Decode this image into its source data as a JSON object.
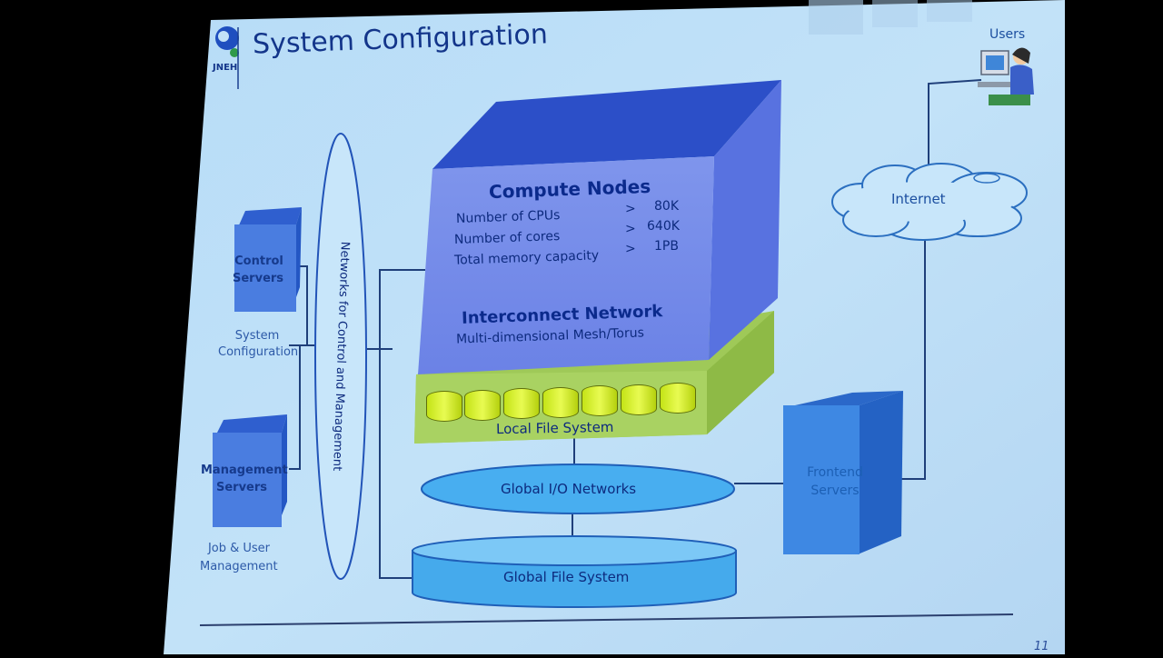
{
  "slide": {
    "title": "System Configuration",
    "logo_text": "JNEH",
    "page_number": "11"
  },
  "compute": {
    "title": "Compute Nodes",
    "specs": [
      {
        "label": "Number of CPUs",
        "op": ">",
        "value": "80K"
      },
      {
        "label": "Number of cores",
        "op": ">",
        "value": "640K"
      },
      {
        "label": "Total memory capacity",
        "op": ">",
        "value": "1PB"
      }
    ]
  },
  "interconnect": {
    "title": "Interconnect Network",
    "subtitle": "Multi-dimensional Mesh/Torus"
  },
  "local_fs": {
    "label": "Local File System"
  },
  "global_io": {
    "label": "Global I/O Networks"
  },
  "global_fs": {
    "label": "Global File System"
  },
  "control_servers": {
    "label_line1": "Control",
    "label_line2": "Servers",
    "caption_line1": "System",
    "caption_line2": "Configuration"
  },
  "management_servers": {
    "label_line1": "Management",
    "label_line2": "Servers",
    "caption_line1": "Job & User",
    "caption_line2": "Management"
  },
  "control_network": {
    "label": "Networks for Control and Management"
  },
  "frontend": {
    "label_line1": "Frontend",
    "label_line2": "Servers"
  },
  "internet": {
    "label": "Internet"
  },
  "users": {
    "label": "Users"
  }
}
